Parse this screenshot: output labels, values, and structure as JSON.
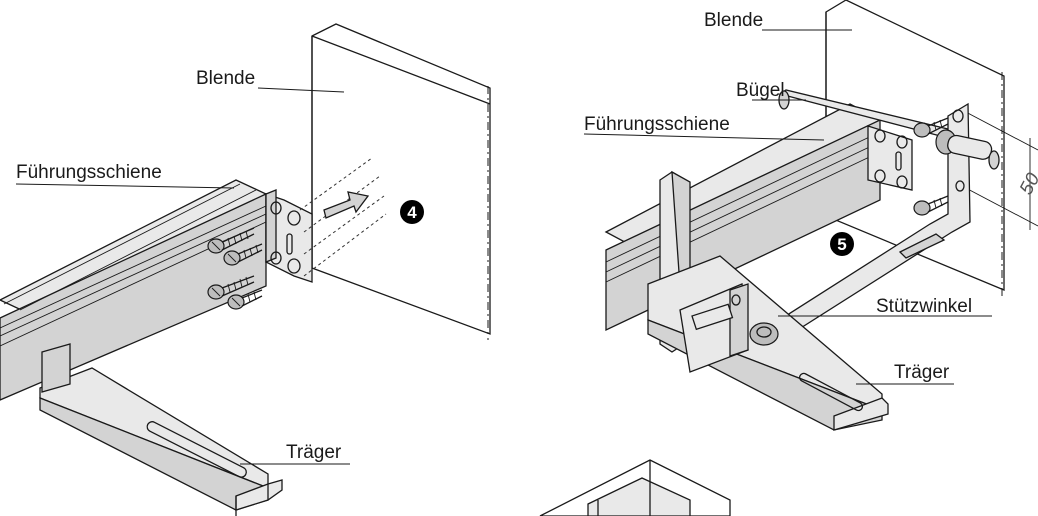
{
  "labels": {
    "blende_left": "Blende",
    "fuehrungsschiene_left": "Führungsschiene",
    "traeger_left": "Träger",
    "blende_right": "Blende",
    "buegel": "Bügel",
    "fuehrungsschiene_right": "Führungsschiene",
    "stuetzwinkel": "Stützwinkel",
    "traeger_right": "Träger"
  },
  "steps": {
    "step4": "4",
    "step5": "5"
  },
  "dimension": "50",
  "colors": {
    "line": "#1a1a1a",
    "metal_light": "#e9e9e9",
    "metal_mid": "#d3d3d3",
    "metal_dark": "#bdbdbd",
    "badge": "#000000"
  }
}
